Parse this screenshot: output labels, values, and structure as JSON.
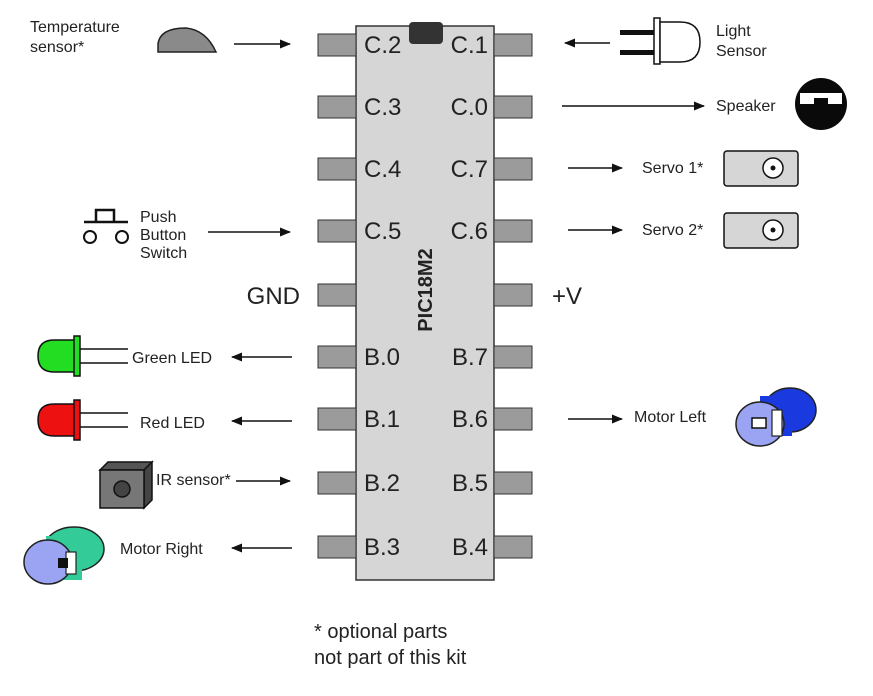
{
  "chip": {
    "name": "PIC18M2",
    "left_pins": [
      "C.2",
      "C.3",
      "C.4",
      "C.5",
      "GND",
      "B.0",
      "B.1",
      "B.2",
      "B.3"
    ],
    "right_pins": [
      "C.1",
      "C.0",
      "C.7",
      "C.6",
      "+V",
      "B.7",
      "B.6",
      "B.5",
      "B.4"
    ]
  },
  "components": {
    "temperature_sensor": [
      "Temperature",
      "sensor*"
    ],
    "push_button": [
      "Push",
      "Button",
      "Switch"
    ],
    "green_led": "Green LED",
    "red_led": "Red LED",
    "ir_sensor": "IR sensor*",
    "motor_right": "Motor Right",
    "light_sensor": [
      "Light",
      "Sensor"
    ],
    "speaker": "Speaker",
    "servo1": "Servo 1*",
    "servo2": "Servo 2*",
    "motor_left": "Motor Left"
  },
  "footnote": [
    "* optional parts",
    "not part of this kit"
  ],
  "colors": {
    "chip_body": "#d6d6d6",
    "pin": "#9b9b9b",
    "led_green": "#22dd22",
    "led_red": "#ee1111",
    "motor_left": "#1a3ae0",
    "motor_right": "#33cc99",
    "motor_face": "#9aa4f2"
  }
}
